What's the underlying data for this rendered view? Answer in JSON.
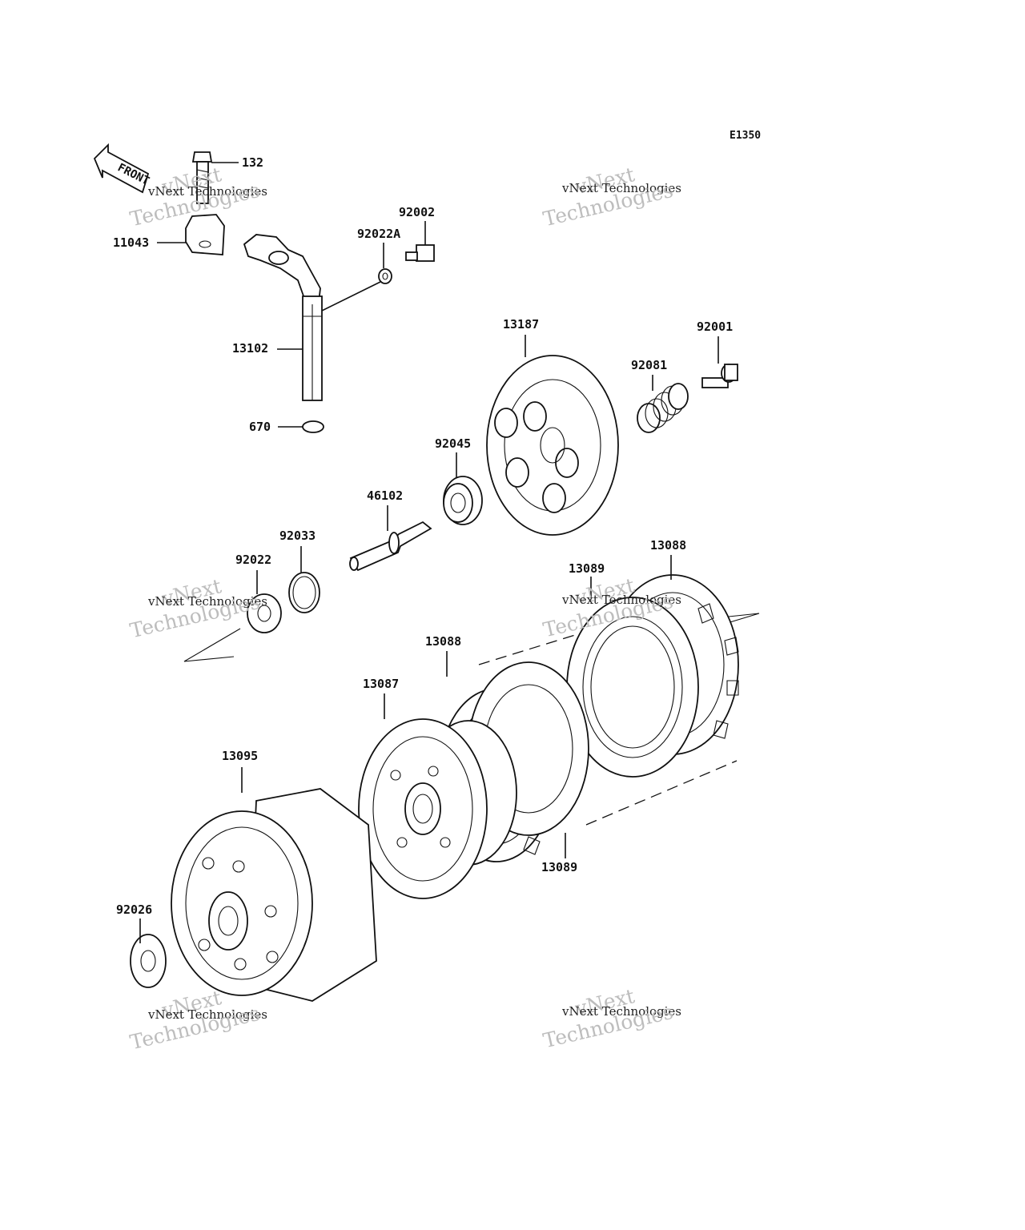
{
  "diagram": {
    "code": "E1350",
    "front_label": "FRONT",
    "watermark": {
      "line1": "vNext Technologies",
      "line2": "vNext",
      "line3": "Technologies"
    },
    "parts": [
      {
        "id": "p132",
        "number": "132"
      },
      {
        "id": "p11043",
        "number": "11043"
      },
      {
        "id": "p92002",
        "number": "92002"
      },
      {
        "id": "p92022A",
        "number": "92022A"
      },
      {
        "id": "p13102",
        "number": "13102"
      },
      {
        "id": "p670",
        "number": "670"
      },
      {
        "id": "p13187",
        "number": "13187"
      },
      {
        "id": "p92001",
        "number": "92001"
      },
      {
        "id": "p92081",
        "number": "92081"
      },
      {
        "id": "p92045",
        "number": "92045"
      },
      {
        "id": "p46102",
        "number": "46102"
      },
      {
        "id": "p92033",
        "number": "92033"
      },
      {
        "id": "p92022",
        "number": "92022"
      },
      {
        "id": "p13088a",
        "number": "13088"
      },
      {
        "id": "p13089a",
        "number": "13089"
      },
      {
        "id": "p13088b",
        "number": "13088"
      },
      {
        "id": "p13087",
        "number": "13087"
      },
      {
        "id": "p13089b",
        "number": "13089"
      },
      {
        "id": "p13095",
        "number": "13095"
      },
      {
        "id": "p92026",
        "number": "92026"
      }
    ]
  }
}
